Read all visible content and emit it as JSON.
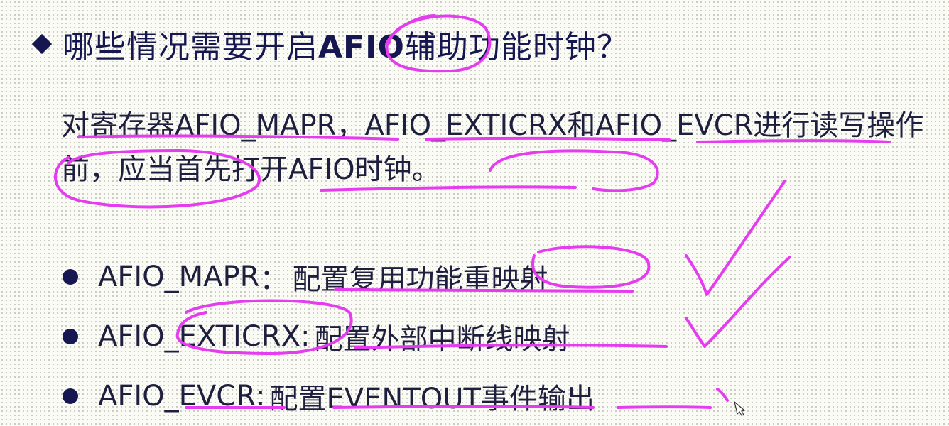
{
  "slide": {
    "title": {
      "prefix": "哪些情况需要开启",
      "emphasis": "AFIO",
      "suffix": "辅助功能时钟？"
    },
    "paragraph": "对寄存器AFIO_MAPR，AFIO_EXTICRX和AFIO_EVCR进行读写操作前，应当首先打开AFIO时钟。",
    "bullets": [
      {
        "name": "AFIO_MAPR",
        "sep": "：",
        "desc": "配置复用功能重映射"
      },
      {
        "name": "AFIO_EXTICRX",
        "sep": ":",
        "desc": "配置外部中断线映射"
      },
      {
        "name": "AFIO_EVCR",
        "sep": ":",
        "desc": "配置EVENTOUT事件输出"
      }
    ]
  },
  "annotation": {
    "ink_color": "#e63cf0",
    "marks": [
      "check-mark",
      "check-mark"
    ]
  },
  "theme": {
    "title_color": "#161650",
    "text_color": "#1e1e3e",
    "background": "#fbfbf6"
  }
}
